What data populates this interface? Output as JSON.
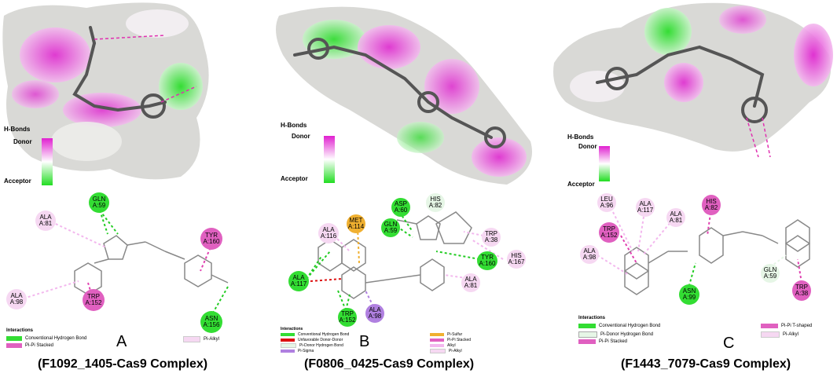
{
  "hbond_legend": {
    "title": "H-Bonds",
    "donor": "Donor",
    "acceptor": "Acceptor"
  },
  "colors": {
    "conventional_hbond": "#33dd33",
    "pi_pi_stacked": "#e060c0",
    "pi_alkyl": "#f6d8f2",
    "pi_sigma": "#b080e0",
    "pi_sulfur": "#f0b030",
    "unfavorable": "#dd1111",
    "pi_donor": "#e6f6e6",
    "pi_pi_tshaped": "#e060c0"
  },
  "panels": [
    {
      "letter": "A",
      "caption": "(F1092_1405-Cas9 Complex)",
      "residues": [
        {
          "name": "GLN",
          "num": "A:59"
        },
        {
          "name": "ALA",
          "num": "A:81"
        },
        {
          "name": "TYR",
          "num": "A:160"
        },
        {
          "name": "ALA",
          "num": "A:98"
        },
        {
          "name": "TRP",
          "num": "A:152"
        },
        {
          "name": "ASN",
          "num": "A:156"
        }
      ],
      "legend": {
        "title": "Interactions",
        "items": [
          "Conventional Hydrogen Bond",
          "Pi-Pi Stacked",
          "Pi-Alkyl"
        ]
      }
    },
    {
      "letter": "B",
      "caption": "(F0806_0425-Cas9 Complex)",
      "residues": [
        {
          "name": "ASP",
          "num": "A:60"
        },
        {
          "name": "HIS",
          "num": "A:82"
        },
        {
          "name": "MET",
          "num": "A:114"
        },
        {
          "name": "GLN",
          "num": "A:59"
        },
        {
          "name": "ALA",
          "num": "A:116"
        },
        {
          "name": "TRP",
          "num": "A:38"
        },
        {
          "name": "HIS",
          "num": "A:167"
        },
        {
          "name": "TYR",
          "num": "A:160"
        },
        {
          "name": "ALA",
          "num": "A:117"
        },
        {
          "name": "ALA",
          "num": "A:81"
        },
        {
          "name": "TRP",
          "num": "A:152"
        },
        {
          "name": "ALA",
          "num": "A:98"
        }
      ],
      "legend": {
        "title": "Interactions",
        "items": [
          "Conventional Hydrogen Bond",
          "Unfavorable Donor-Donor",
          "Pi-Donor Hydrogen Bond",
          "Pi-Sigma",
          "Pi-Sulfur",
          "Pi-Pi Stacked",
          "Alkyl",
          "Pi-Alkyl"
        ]
      }
    },
    {
      "letter": "C",
      "caption": "(F1443_7079-Cas9 Complex)",
      "residues": [
        {
          "name": "LEU",
          "num": "A:96"
        },
        {
          "name": "ALA",
          "num": "A:117"
        },
        {
          "name": "HIS",
          "num": "A:82"
        },
        {
          "name": "ALA",
          "num": "A:81"
        },
        {
          "name": "TRP",
          "num": "A:152"
        },
        {
          "name": "ALA",
          "num": "A:98"
        },
        {
          "name": "GLN",
          "num": "A:59"
        },
        {
          "name": "ASN",
          "num": "A:99"
        },
        {
          "name": "TRP",
          "num": "A:38"
        }
      ],
      "legend": {
        "title": "Interactions",
        "items": [
          "Conventional Hydrogen Bond",
          "Pi-Donor Hydrogen Bond",
          "Pi-Pi Stacked",
          "Pi-Pi T-shaped",
          "Pi-Alkyl"
        ]
      }
    }
  ]
}
